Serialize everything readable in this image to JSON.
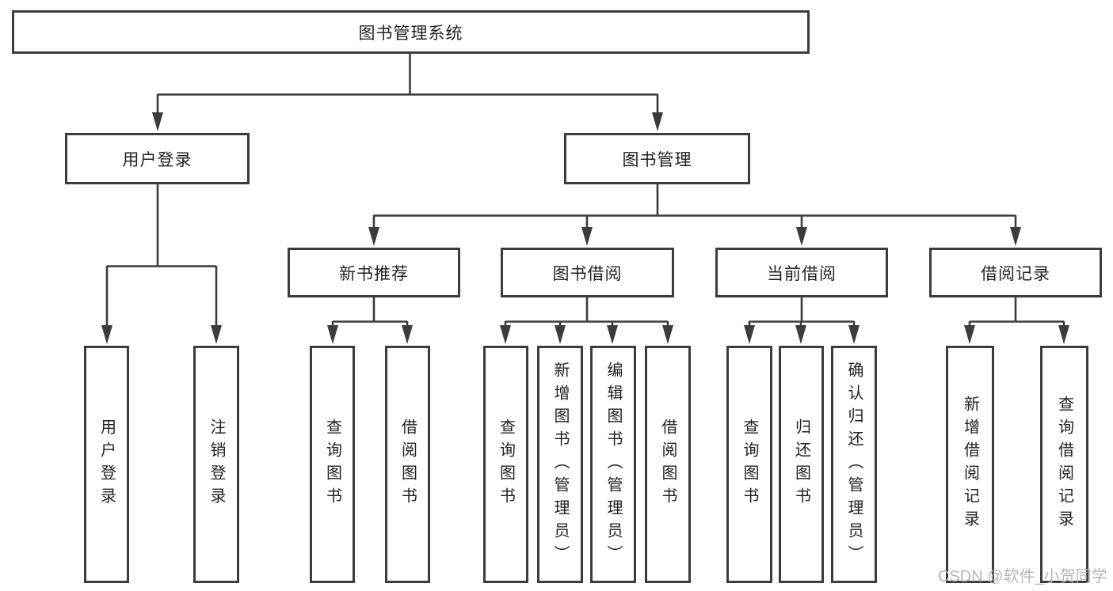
{
  "tree": {
    "root": {
      "label": "图书管理系统"
    },
    "user_login": {
      "label": "用户登录",
      "children": [
        "用户登录",
        "注销登录"
      ]
    },
    "book_mgmt": {
      "label": "图书管理",
      "new_book": {
        "label": "新书推荐",
        "children": [
          "查询图书",
          "借阅图书"
        ]
      },
      "book_borrow": {
        "label": "图书借阅",
        "children": [
          "查询图书",
          "新增图书（管理员）",
          "编辑图书（管理员）",
          "借阅图书"
        ]
      },
      "current_borrow": {
        "label": "当前借阅",
        "children": [
          "查询图书",
          "归还图书",
          "确认归还（管理员）"
        ]
      },
      "borrow_records": {
        "label": "借阅记录",
        "children": [
          "新增借阅记录",
          "查询借阅记录"
        ]
      }
    }
  },
  "watermark": {
    "text": "CSDN @软件_小贺同学"
  },
  "colors": {
    "line": "#3c3c3c",
    "text": "#222222",
    "watermark": "#b5b5b5",
    "boxBg": "#ffffff",
    "pageBg": "#ffffff"
  }
}
